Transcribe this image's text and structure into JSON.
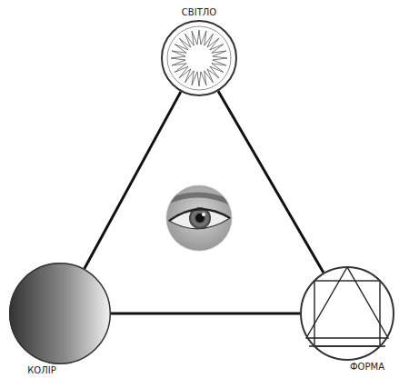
{
  "diagram": {
    "nodes": [
      {
        "text": [
          "СВІТЛО"
        ]
      },
      {
        "text": [
          "КОЛІР"
        ]
      },
      {
        "text": [
          "ФОРМА"
        ]
      }
    ],
    "edges": [
      {
        "from": 0,
        "to": 1,
        "arrow": "none"
      },
      {
        "from": 0,
        "to": 2,
        "arrow": "none"
      },
      {
        "from": 1,
        "to": 2,
        "arrow": "none"
      }
    ]
  }
}
